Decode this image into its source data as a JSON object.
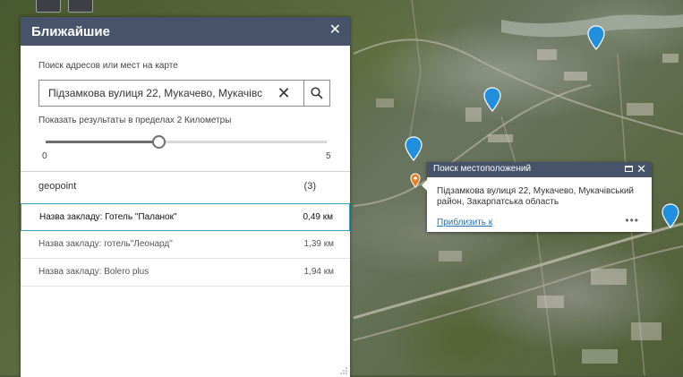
{
  "panel": {
    "title": "Ближайшие",
    "close_icon": "close-icon",
    "search_caption": "Поиск адресов или мест на карте",
    "search_value": "Підзамкова вулиця 22, Мукачево, Мукачівс",
    "clear_icon": "clear-icon",
    "search_icon": "search-icon",
    "range_caption": "Показать результаты в пределах 2 Километры",
    "slider": {
      "min": "0",
      "max": "5",
      "value": 2,
      "min_value": 0,
      "max_value": 5
    },
    "group": {
      "label": "geopoint",
      "count": "(3)"
    },
    "results": [
      {
        "name": "Назва закладу: Готель \"Паланок\"",
        "distance": "0,49 км",
        "selected": true
      },
      {
        "name": "Назва закладу: готель\"Леонард\"",
        "distance": "1,39 км",
        "selected": false
      },
      {
        "name": "Назва закладу: Bolero plus",
        "distance": "1,94 км",
        "selected": false
      }
    ]
  },
  "popup": {
    "title": "Поиск местоположений",
    "address": "Підзамкова вулиця 22, Мукачево, Мукачівський район, Закарпатська область",
    "zoom_link": "Приблизить к",
    "more": "•••",
    "maximize_icon": "maximize-icon",
    "close_icon": "close-icon"
  },
  "colors": {
    "header": "#47536b",
    "pin_blue": "#1f8fde",
    "pin_orange": "#f07a24",
    "selected_border": "#2f9fc3",
    "link": "#2472b4"
  }
}
